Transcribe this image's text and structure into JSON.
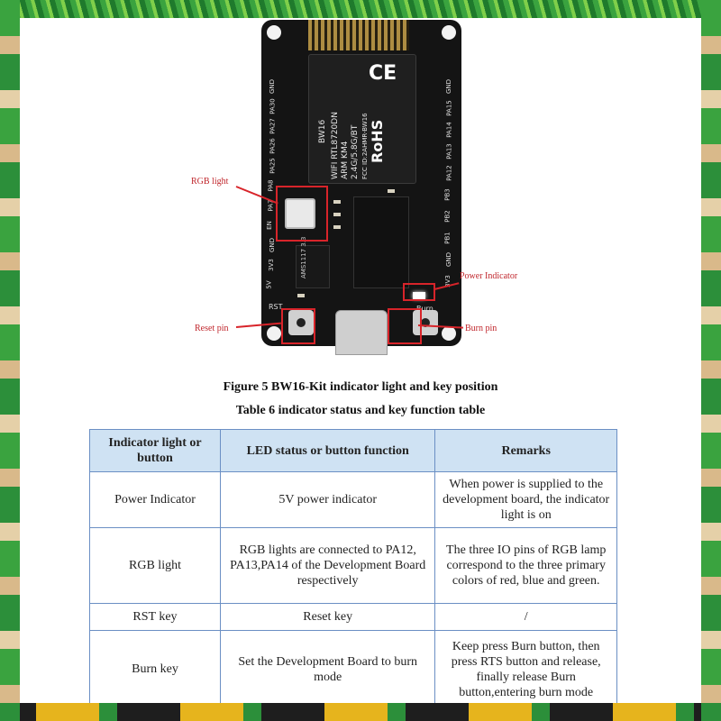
{
  "figure": {
    "caption": "Figure 5 BW16-Kit indicator light and key position",
    "module": {
      "ce_mark": "CE",
      "rohs_mark": "RoHS",
      "lines": [
        "BW16",
        "WIFI RTL8720DN",
        "ARM KM4",
        "2.4G/5.8G/BT",
        "FCC ID:2AHMR-BW16"
      ]
    },
    "pins_left": [
      "GND",
      "PA30",
      "PA27",
      "PA26",
      "PA25",
      "PA8",
      "PA7",
      "EN",
      "GND",
      "3V3",
      "5V"
    ],
    "pins_right": [
      "GND",
      "PA15",
      "PA14",
      "PA13",
      "PA12",
      "PB3",
      "PB2",
      "PB1",
      "GND",
      "3V3"
    ],
    "board_labels": {
      "rst": "RST",
      "burn": "Burn",
      "regulator": "AMS1117 3.3"
    },
    "callouts": {
      "rgb_light": "RGB light",
      "power_indicator": "Power Indicator",
      "reset_pin": "Reset pin",
      "burn_pin": "Burn pin"
    },
    "annotation_color": "#d8242a"
  },
  "table": {
    "caption": "Table 6 indicator status and key function table",
    "headers": [
      "Indicator light or button",
      "LED status or button function",
      "Remarks"
    ],
    "rows": [
      [
        "Power Indicator",
        "5V power indicator",
        "When power is supplied to the development board, the indicator light is on"
      ],
      [
        "RGB light",
        "RGB lights are connected to PA12, PA13,PA14 of the Development Board respectively",
        "The three IO pins of RGB lamp correspond to the three primary colors of red, blue and green."
      ],
      [
        "RST key",
        "Reset key",
        "/"
      ],
      [
        "Burn key",
        "Set the Development Board to burn mode",
        "Keep press Burn button, then press RTS button and release, finally release Burn button,entering burn mode"
      ]
    ],
    "header_bg": "#cfe2f3",
    "border_color": "#6b8fc4"
  }
}
